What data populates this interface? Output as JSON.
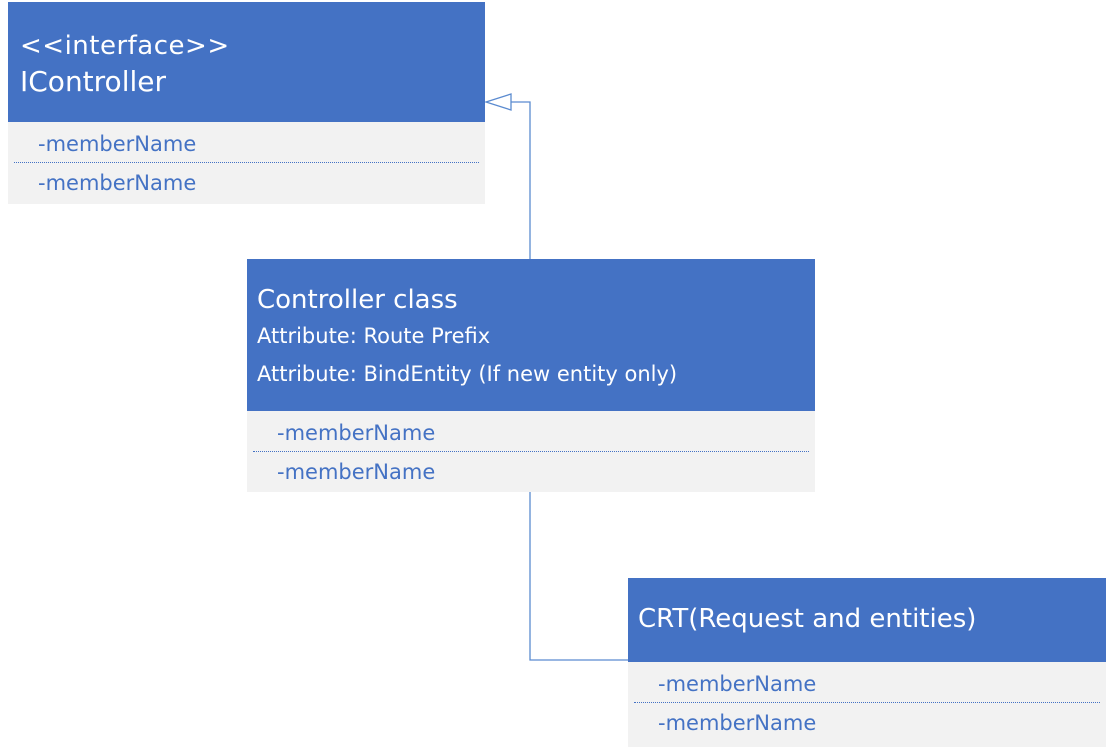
{
  "colors": {
    "header_fill": "#4472c4",
    "body_fill": "#f2f2f2",
    "header_text": "#ffffff",
    "member_text": "#4472c4",
    "connector": "#5b8bd0"
  },
  "classes": {
    "icontroller": {
      "stereotype": "<<interface>>",
      "name": "IController",
      "members": [
        "-memberName",
        "-memberName"
      ]
    },
    "controller": {
      "name": "Controller class",
      "attributes": [
        "Attribute: Route Prefix",
        "Attribute: BindEntity (If new entity only)"
      ],
      "members": [
        "-memberName",
        "-memberName"
      ]
    },
    "crt": {
      "name": "CRT(Request and entities)",
      "members": [
        "-memberName",
        "-memberName"
      ]
    }
  },
  "relations": [
    {
      "type": "realization",
      "from": "Controller class",
      "to": "IController"
    },
    {
      "type": "association",
      "from": "Controller class",
      "to": "CRT(Request and entities)"
    }
  ]
}
